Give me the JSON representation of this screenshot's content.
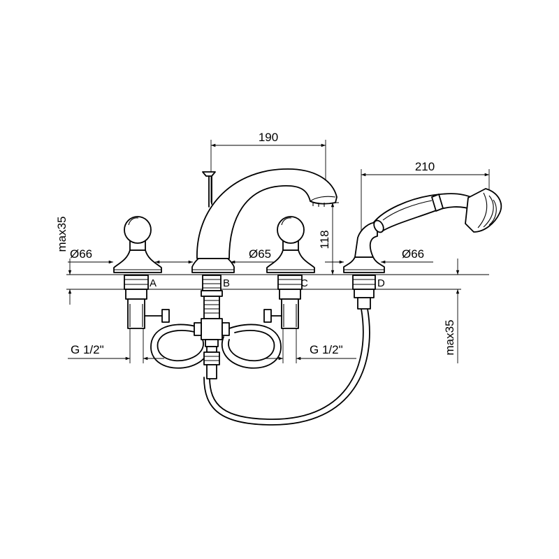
{
  "dimensions": {
    "spout_reach": "190",
    "shower_length": "210",
    "spout_height": "118",
    "max_left": "max35",
    "max_right": "max35",
    "dia_a": "Ø66",
    "dia_b": "Ø65",
    "dia_d": "Ø66",
    "thread_left": "G 1/2\"",
    "thread_right": "G 1/2\""
  },
  "holes": {
    "a": "A",
    "b": "B",
    "c": "C",
    "d": "D"
  }
}
